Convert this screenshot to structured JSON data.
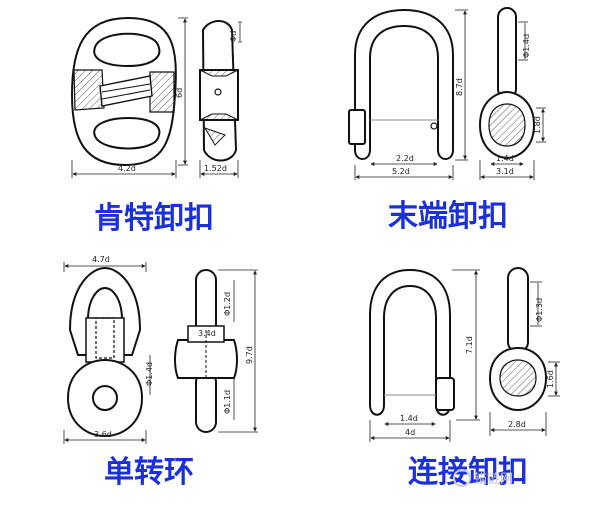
{
  "captions": {
    "kenter": "肯特卸扣",
    "end": "末端卸扣",
    "swivel": "单转环",
    "joining": "连接卸扣"
  },
  "dims": {
    "kenter": {
      "width": "4.2d",
      "height": "6d",
      "diameter": "Φd",
      "thickness": "1.52d"
    },
    "end": {
      "height": "8.7d",
      "inner": "2.2d",
      "outer": "5.2d",
      "pin": "Φ1.4d",
      "eye": "1.8d",
      "inner2": "1.4d",
      "outer2": "3.1d"
    },
    "swivel": {
      "top_width": "4.7d",
      "d12": "Φ1.2d",
      "d34": "3.4d",
      "d14": "Φ1.4d",
      "d11": "Φ1.1d",
      "height": "9.7d",
      "bottom_width": "3.6d"
    },
    "joining": {
      "height": "7.1d",
      "pin": "Φ1.3d",
      "eye": "1.6d",
      "inner": "1.4d",
      "outer": "4d",
      "outer2": "2.8d"
    }
  },
  "watermark": "锚链网",
  "colors": {
    "caption": "#1a2fe0",
    "line": "#111111"
  }
}
